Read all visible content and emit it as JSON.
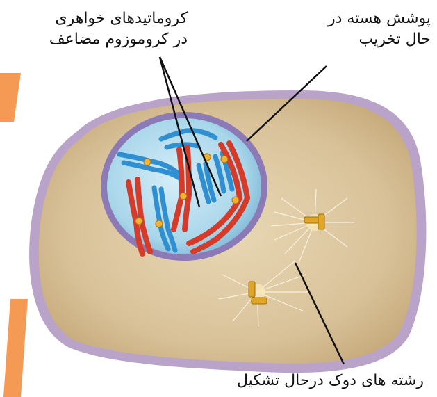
{
  "labels": {
    "sister_chromatids": {
      "line1": "کروماتیدهای خواهری",
      "line2": "در کروموزوم مضاعف"
    },
    "nuclear_envelope": {
      "line1": "پوشش هسته در",
      "line2": "حال تخریب"
    },
    "spindle_fibers": "رشته های دوک درحال تشکیل"
  },
  "colors": {
    "cytoplasm": "#d9c29a",
    "cell_membrane": "#b9a3c8",
    "nucleus": "#a9d6ea",
    "nuclear_envelope": "#8c7ab7",
    "chromosome_red": "#d63b2a",
    "chromosome_blue": "#2f8fd0",
    "centromere": "#f2b233",
    "accent_orange": "#f59a55",
    "leader_line": "#111111"
  },
  "icons": [
    "cell-diagram",
    "centrosome-icon"
  ]
}
